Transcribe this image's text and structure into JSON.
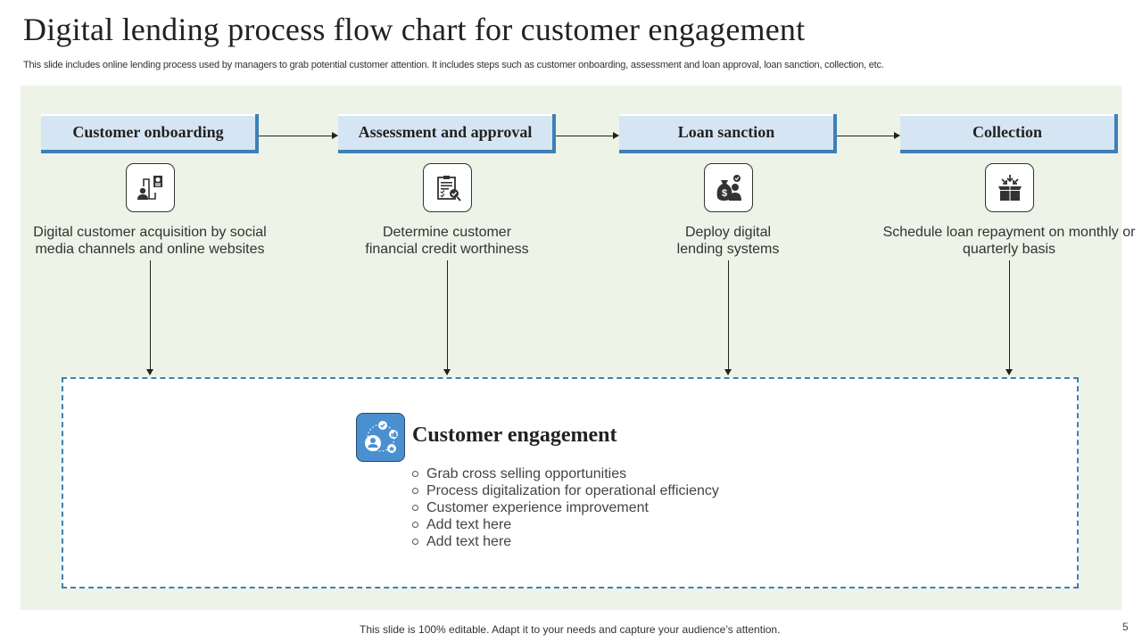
{
  "slide": {
    "title": "Digital lending process flow chart for customer engagement",
    "subtitle": "This slide includes online lending process used by managers to grab potential customer attention. It includes steps such as customer onboarding, assessment and loan approval, loan sanction, collection, etc.",
    "footer": "This slide is 100% editable. Adapt it to your needs and capture your audience’s attention.",
    "page_number": "5"
  },
  "steps": [
    {
      "label": "Customer onboarding",
      "icon": "user-onboarding-icon",
      "description": "Digital customer acquisition by social media channels and online websites"
    },
    {
      "label": "Assessment and approval",
      "icon": "clipboard-check-icon",
      "description": "Determine customer financial credit worthiness"
    },
    {
      "label": "Loan sanction",
      "icon": "money-bag-person-icon",
      "description": "Deploy digital lending systems"
    },
    {
      "label": "Collection",
      "icon": "box-collect-icon",
      "description": "Schedule loan repayment on monthly or quarterly basis"
    }
  ],
  "engagement": {
    "title": "Customer engagement",
    "icon": "customer-network-icon",
    "items": [
      "Grab cross selling opportunities",
      "Process digitalization for operational efficiency",
      "Customer experience improvement",
      "Add text here",
      "Add text here"
    ]
  },
  "colors": {
    "panel_bg": "#edf3e6",
    "step_fill": "#d6e5f4",
    "accent": "#3e80b5",
    "engage_icon_bg": "#4a8fd0"
  }
}
